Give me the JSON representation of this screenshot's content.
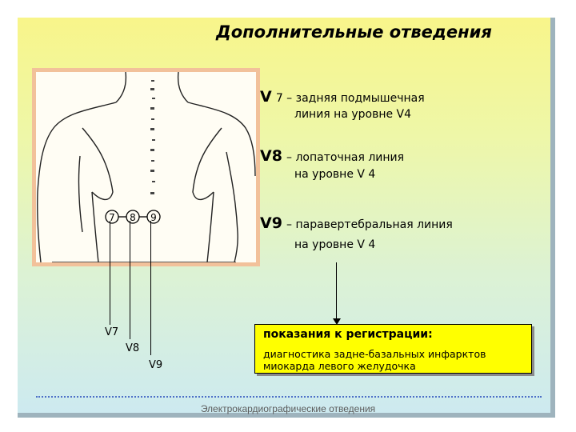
{
  "title": "Дополнительные отведения",
  "leads": [
    {
      "name": "V",
      "text1": "7 – задняя подмышечная",
      "text2": "линия на уровне V4"
    },
    {
      "name": "V8",
      "text1": "– лопаточная линия",
      "text2": "на уровне V 4"
    },
    {
      "name": "V9",
      "text1": "– паравертебральная линия",
      "text2": "на уровне V 4"
    }
  ],
  "electrode_numbers": [
    "7",
    "8",
    "9"
  ],
  "wire_labels": [
    "V7",
    "V8",
    "V9"
  ],
  "indication": {
    "title": "показания к регистрации:",
    "body_line1": "диагностика задне-базальных инфарктов",
    "body_line2": "миокарда левого желудочка"
  },
  "footer": "Электрокардиографические отведения",
  "colors": {
    "highlight_box": "#ffff00",
    "figure_border": "#f2c19a",
    "dotted_line": "#4d6fc7"
  }
}
